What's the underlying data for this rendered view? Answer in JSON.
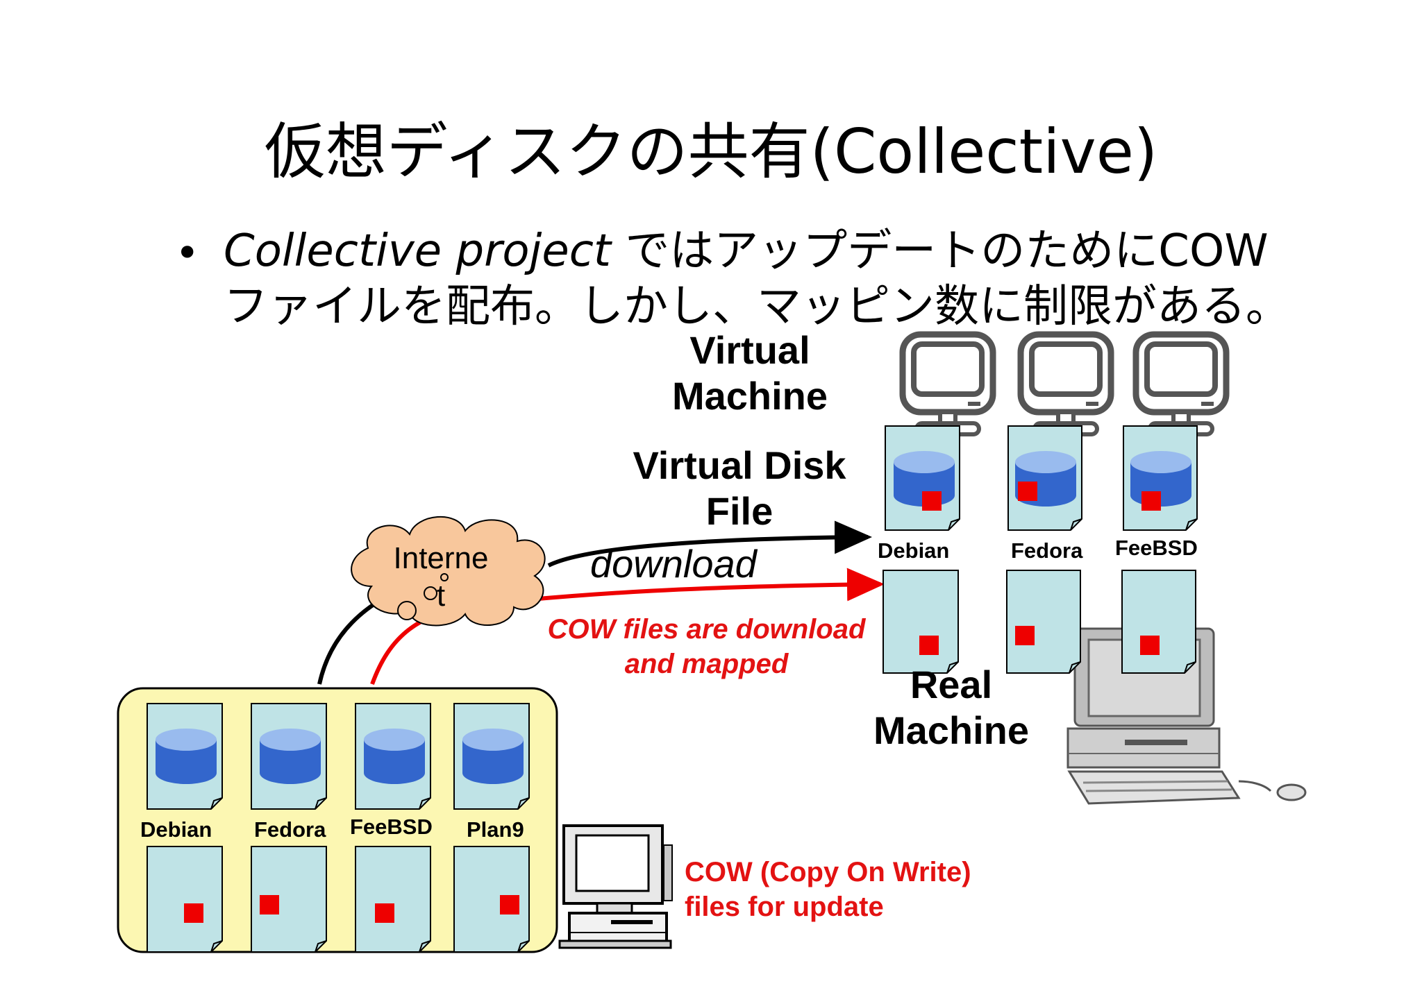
{
  "title": "仮想ディスクの共有(Collective)",
  "bullet": {
    "marker": "•",
    "line1_italic": "Collective project",
    "line1_rest": " ではアップデートのためにCOW",
    "line2": "ファイルを配布。しかし、マッピン数に制限がある。"
  },
  "diagram": {
    "virtual_machine_label": [
      "Virtual",
      "Machine"
    ],
    "virtual_disk_file_label": [
      "Virtual Disk",
      "File"
    ],
    "internet_label": [
      "Interne",
      "t"
    ],
    "download_label": "download",
    "cow_download_label": [
      "COW files are download",
      "and mapped"
    ],
    "real_machine_label": [
      "Real",
      "Machine"
    ],
    "cow_update_label": [
      "COW (Copy On Write)",
      "files for update"
    ],
    "server_os": [
      "Debian",
      "Fedora",
      "FeeBSD",
      "Plan9"
    ],
    "client_os": [
      "Debian",
      "Fedora",
      "FeeBSD"
    ],
    "colors": {
      "disk_fill": "#3366cc",
      "disk_top": "#99bbee",
      "file_fill": "#bfe3e6",
      "server_box": "#fcf7b2",
      "cloud": "#f8c79c",
      "cow_block": "#ee0000",
      "red_text": "#e31212"
    }
  }
}
